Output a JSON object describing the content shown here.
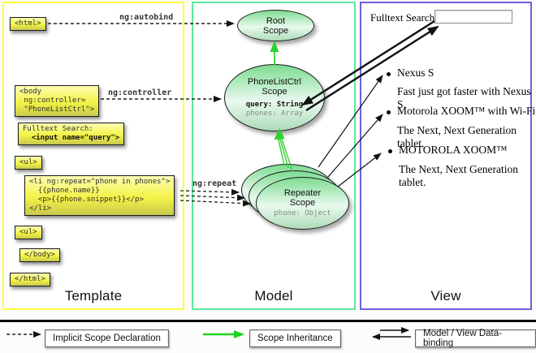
{
  "template_panel": {
    "label": "Template",
    "arrow_labels": {
      "autobind": "ng:autobind",
      "controller": "ng:controller",
      "repeat": "ng:repeat"
    },
    "tags": {
      "html_open": "<html>",
      "body_open": [
        "<body",
        " ng:controller=",
        " \"PhoneListCtrl\">"
      ],
      "fulltext": [
        "Fulltext Search:",
        "  <input name=\"query\">"
      ],
      "ul_open": "<ul>",
      "li_repeat": [
        "<li ng:repeat=\"phone in phones\">",
        "  {{phone.name}}",
        "  <p>{{phone.snippet}}</p>",
        "</li>"
      ],
      "ul_close": "<ul>",
      "body_close": "</body>",
      "html_close": "</html>"
    }
  },
  "model_panel": {
    "label": "Model",
    "root_scope": {
      "line1": "Root",
      "line2": "Scope"
    },
    "phonelist_scope": {
      "line1": "PhoneListCtrl",
      "line2": "Scope",
      "prop_query": "query: String",
      "prop_phones": "phones: Array"
    },
    "repeater_scope": {
      "line1": "Repeater",
      "line2": "Scope",
      "prop_phone": "phone: Object"
    }
  },
  "view_panel": {
    "label": "View",
    "search_label": "Fulltext Search:",
    "search_value": "",
    "items": [
      {
        "title": "Nexus S",
        "snippet": "Fast just got faster with Nexus S."
      },
      {
        "title": "Motorola XOOM™ with Wi-Fi",
        "snippet": "The Next, Next Generation tablet."
      },
      {
        "title": "MOTOROLA XOOM™",
        "snippet": "The Next, Next Generation tablet."
      }
    ]
  },
  "legend": {
    "implicit_label": "Implicit Scope Declaration",
    "inheritance_label": "Scope Inheritance",
    "binding_label": "Model / View Data-binding"
  },
  "colors": {
    "template_border": "#ffff3d",
    "model_border": "#5ce89e",
    "view_border": "#6f5fe0",
    "scope_green": "#2ed133",
    "note_yellow": "#f3f347"
  }
}
